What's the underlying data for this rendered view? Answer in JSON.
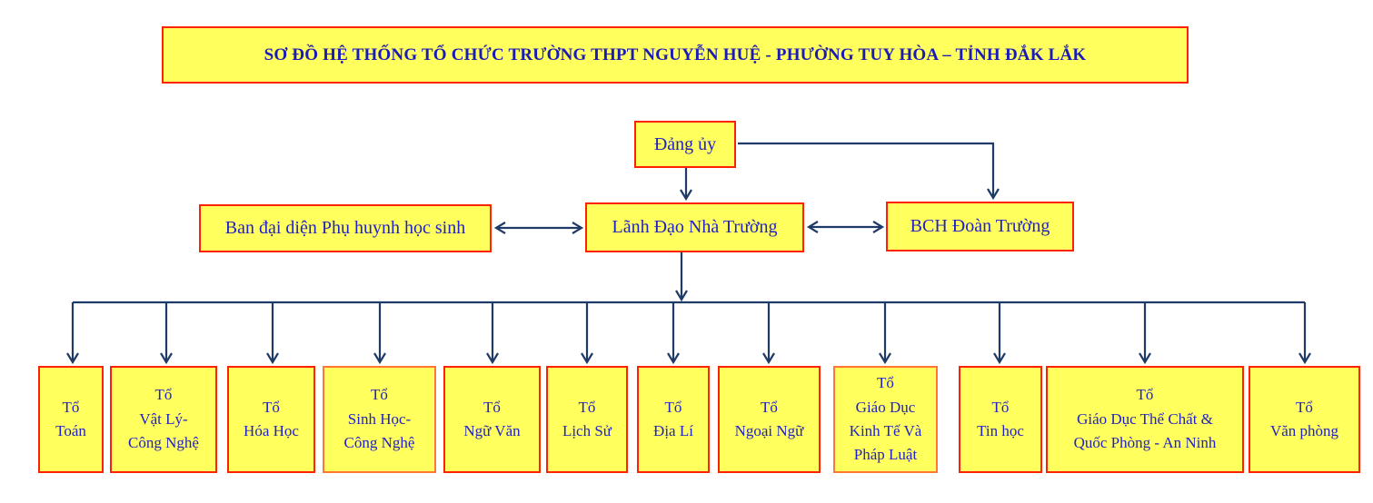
{
  "title": "SƠ ĐỒ HỆ THỐNG TỔ CHỨC TRƯỜNG THPT NGUYỄN HUỆ - PHƯỜNG TUY HÒA – TỈNH ĐẮK LẮK",
  "nodes": {
    "dang_uy": "Đảng ủy",
    "ban_dai_dien_phu_huynh": "Ban đại diện Phụ huynh học sinh",
    "lanh_dao_nha_truong": "Lãnh Đạo Nhà Trường",
    "bch_doan_truong": "BCH Đoàn Trường"
  },
  "departments": [
    {
      "label": "Tổ\nToán"
    },
    {
      "label": "Tổ\nVật Lý-\nCông Nghệ"
    },
    {
      "label": "Tổ\nHóa Học"
    },
    {
      "label": "Tổ\nSinh Học-\nCông Nghệ"
    },
    {
      "label": "Tổ\nNgữ Văn"
    },
    {
      "label": "Tổ\nLịch Sử"
    },
    {
      "label": "Tổ\nĐịa Lí"
    },
    {
      "label": "Tổ\nNgoại Ngữ"
    },
    {
      "label": "Tổ\nGiáo Dục\nKinh Tế Và\nPháp Luật"
    },
    {
      "label": "Tổ\nTin học"
    },
    {
      "label": "Tổ\nGiáo Dục Thể Chất &\nQuốc Phòng - An Ninh"
    },
    {
      "label": "Tổ\nVăn phòng"
    }
  ],
  "colors": {
    "box_fill": "#FFFF5E",
    "box_border_red": "#FF2200",
    "box_border_orange": "#FF7733",
    "text_blue": "#2222C4",
    "title_blue": "#1A1AB8",
    "connector_navy": "#1E3A66",
    "background": "#FFFFFF"
  }
}
